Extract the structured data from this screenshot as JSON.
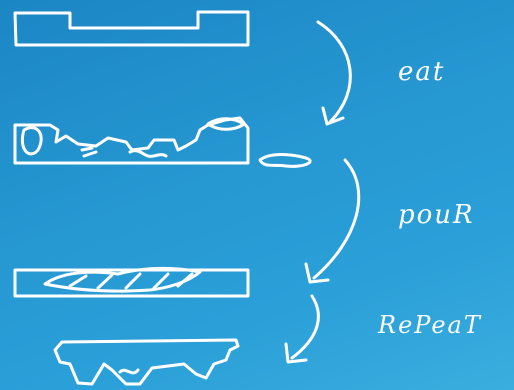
{
  "steps": {
    "eat_label": "eat",
    "pour_label": "pouR",
    "repeat_label": "RePeaT"
  },
  "colors": {
    "background": "#2698d2",
    "ink": "#ffffff"
  }
}
